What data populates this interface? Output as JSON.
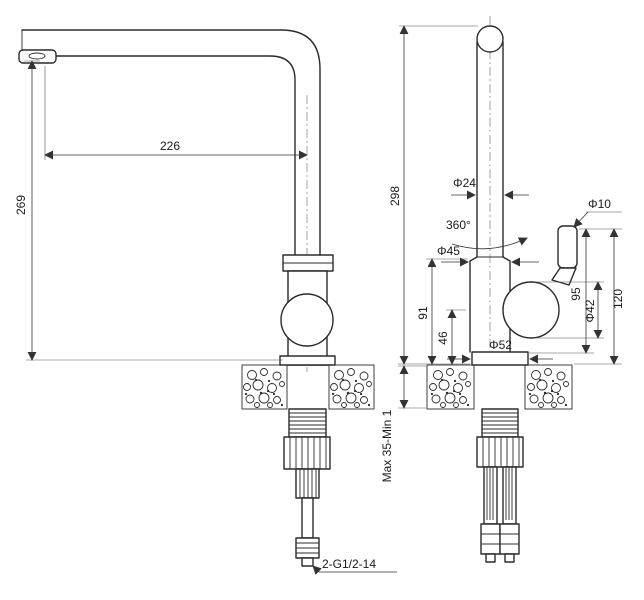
{
  "drawing": {
    "left": {
      "spout_reach": "226",
      "spout_height": "269",
      "thread_spec": "2-G1/2-14"
    },
    "right": {
      "total_height": "298",
      "pipe_diameter": "Φ24",
      "swivel_angle": "360°",
      "body_diameter": "Φ45",
      "lever_diameter": "Φ10",
      "lever_to_base": "95",
      "lever_to_deck": "120",
      "body_height": "91",
      "joint_height": "46",
      "joint_diameter": "Φ42",
      "base_diameter": "Φ52",
      "deck_thickness_range": "Max 35-Min 1"
    }
  }
}
